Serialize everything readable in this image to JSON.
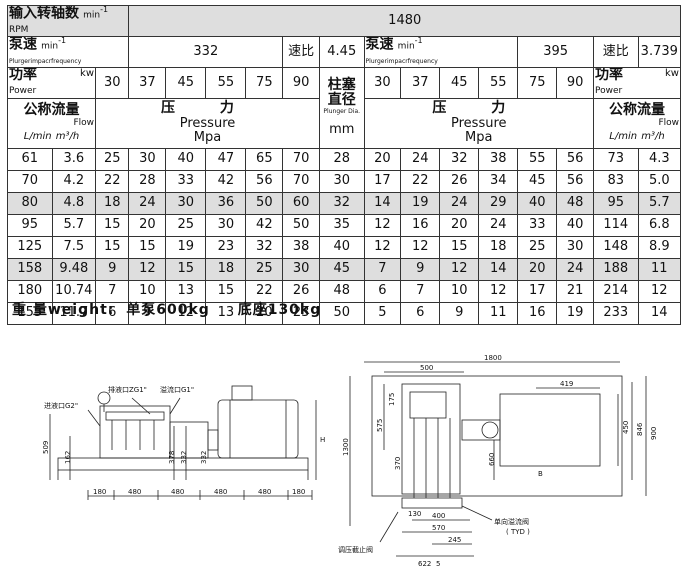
{
  "header": {
    "input_speed_cn": "输入转轴数",
    "input_speed_unit": "min",
    "input_speed_sup": "-1",
    "rpm": "RPM",
    "input_speed_value": "1480"
  },
  "left": {
    "pump_speed_cn": "泵速",
    "pump_speed_unit": "min",
    "pump_speed_sup": "-1",
    "pump_speed_en": "Plurgerimpacrfrequency",
    "pump_speed_value": "332",
    "ratio_label": "速比",
    "ratio_value": "4.45",
    "power_cn": "功率",
    "power_unit": "kw",
    "power_en": "Power",
    "powers": [
      "30",
      "37",
      "45",
      "55",
      "75",
      "90"
    ],
    "flow_cn": "公称流量",
    "flow_en": "Flow",
    "flow_unit_lmin": "L/min",
    "flow_unit_m3h": "m³/h",
    "pressure_cn": "压 力",
    "pressure_en": "Pressure",
    "pressure_unit": "Mpa"
  },
  "middle": {
    "plunger_cn1": "柱塞",
    "plunger_cn2": "直径",
    "plunger_en": "Plunger Dia.",
    "plunger_unit": "mm"
  },
  "right": {
    "pump_speed_cn": "泵速",
    "pump_speed_unit": "min",
    "pump_speed_sup": "-1",
    "pump_speed_en": "Plurgerimpacrfrequency",
    "pump_speed_value": "395",
    "ratio_label": "速比",
    "ratio_value": "3.739",
    "power_cn": "功率",
    "power_unit": "kw",
    "power_en": "Power",
    "powers": [
      "30",
      "37",
      "45",
      "55",
      "75",
      "90"
    ],
    "pressure_cn": "压 力",
    "pressure_en": "Pressure",
    "pressure_unit": "Mpa",
    "flow_cn": "公称流量",
    "flow_en": "Flow",
    "flow_unit_lmin": "L/min",
    "flow_unit_m3h": "m³/h"
  },
  "rows": [
    {
      "lf": "61",
      "lm": "3.6",
      "lp": [
        "25",
        "30",
        "40",
        "47",
        "65",
        "70"
      ],
      "d": "28",
      "rp": [
        "20",
        "24",
        "32",
        "38",
        "55",
        "56"
      ],
      "rf": "73",
      "rm": "4.3",
      "hl": false
    },
    {
      "lf": "70",
      "lm": "4.2",
      "lp": [
        "22",
        "28",
        "33",
        "42",
        "56",
        "70"
      ],
      "d": "30",
      "rp": [
        "17",
        "22",
        "26",
        "34",
        "45",
        "56"
      ],
      "rf": "83",
      "rm": "5.0",
      "hl": false
    },
    {
      "lf": "80",
      "lm": "4.8",
      "lp": [
        "18",
        "24",
        "30",
        "36",
        "50",
        "60"
      ],
      "d": "32",
      "rp": [
        "14",
        "19",
        "24",
        "29",
        "40",
        "48"
      ],
      "rf": "95",
      "rm": "5.7",
      "hl": true
    },
    {
      "lf": "95",
      "lm": "5.7",
      "lp": [
        "15",
        "20",
        "25",
        "30",
        "42",
        "50"
      ],
      "d": "35",
      "rp": [
        "12",
        "16",
        "20",
        "24",
        "33",
        "40"
      ],
      "rf": "114",
      "rm": "6.8",
      "hl": false
    },
    {
      "lf": "125",
      "lm": "7.5",
      "lp": [
        "15",
        "15",
        "19",
        "23",
        "32",
        "38"
      ],
      "d": "40",
      "rp": [
        "12",
        "12",
        "15",
        "18",
        "25",
        "30"
      ],
      "rf": "148",
      "rm": "8.9",
      "hl": false
    },
    {
      "lf": "158",
      "lm": "9.48",
      "lp": [
        "9",
        "12",
        "15",
        "18",
        "25",
        "30"
      ],
      "d": "45",
      "rp": [
        "7",
        "9",
        "12",
        "14",
        "20",
        "24"
      ],
      "rf": "188",
      "rm": "11",
      "hl": true
    },
    {
      "lf": "180",
      "lm": "10.74",
      "lp": [
        "7",
        "10",
        "13",
        "15",
        "22",
        "26"
      ],
      "d": "48",
      "rp": [
        "6",
        "7",
        "10",
        "12",
        "17",
        "21"
      ],
      "rf": "214",
      "rm": "12",
      "hl": false
    },
    {
      "lf": "155",
      "lm": "11.7",
      "lp": [
        "6",
        "9",
        "12",
        "13",
        "20",
        "23"
      ],
      "d": "50",
      "rp": [
        "5",
        "6",
        "9",
        "11",
        "16",
        "19"
      ],
      "rf": "233",
      "rm": "14",
      "hl": false
    }
  ],
  "weight": {
    "label": "重 量weight:",
    "pump": "单泵600kg",
    "base": "底座130kg"
  },
  "drawing_left": {
    "discharge_label": "排液口ZG1\"",
    "overflow_label": "溢流口G1\"",
    "inlet_label": "进液口G2\"",
    "dim_509": "509",
    "dim_162": "162",
    "dim_378": "378",
    "dim_332": "332",
    "dim_332b": "332",
    "dim_H": "H",
    "dims_bottom": [
      "180",
      "480",
      "480",
      "480",
      "480",
      "180"
    ]
  },
  "drawing_right": {
    "dim_1800": "1800",
    "dim_500": "500",
    "dim_419": "419",
    "dim_175": "175",
    "dim_575": "575",
    "dim_1300": "1300",
    "dim_370": "370",
    "dim_660": "660",
    "dim_450": "450",
    "dim_846": "846",
    "dim_900": "900",
    "dim_B": "B",
    "dim_130": "130",
    "dim_400": "400",
    "dim_570": "570",
    "dim_245": "245",
    "dim_622": "622",
    "dim_5": "5",
    "check_valve_label": "单向溢流阀",
    "check_valve_code": "( TYD )",
    "regulator_label": "调压截止阀"
  }
}
